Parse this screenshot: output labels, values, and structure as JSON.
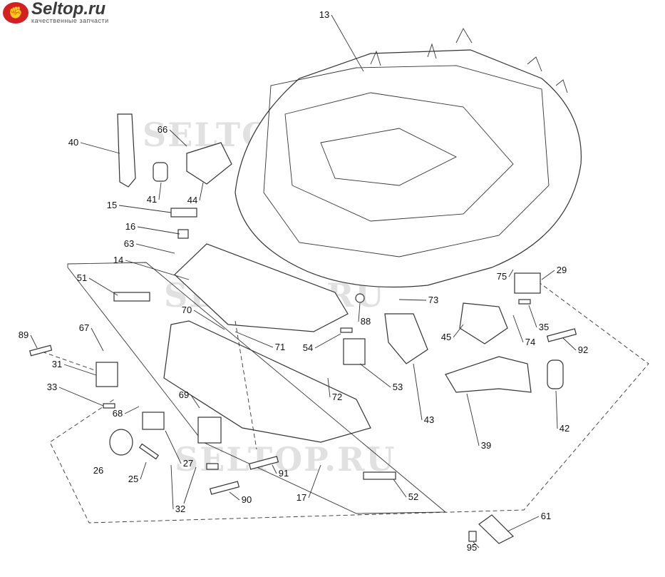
{
  "logo": {
    "name": "Seltop.ru",
    "tagline": "качественные запчасти",
    "icon": "fist-wrench-icon",
    "color": "#d42020"
  },
  "watermark": "SELTOP.RU",
  "labels": [
    "13",
    "40",
    "66",
    "41",
    "44",
    "15",
    "16",
    "63",
    "14",
    "51",
    "70",
    "71",
    "89",
    "67",
    "31",
    "33",
    "68",
    "69",
    "54",
    "88",
    "73",
    "53",
    "72",
    "43",
    "45",
    "74",
    "75",
    "29",
    "35",
    "92",
    "42",
    "39",
    "26",
    "25",
    "27",
    "32",
    "90",
    "91",
    "17",
    "52",
    "61",
    "95"
  ]
}
